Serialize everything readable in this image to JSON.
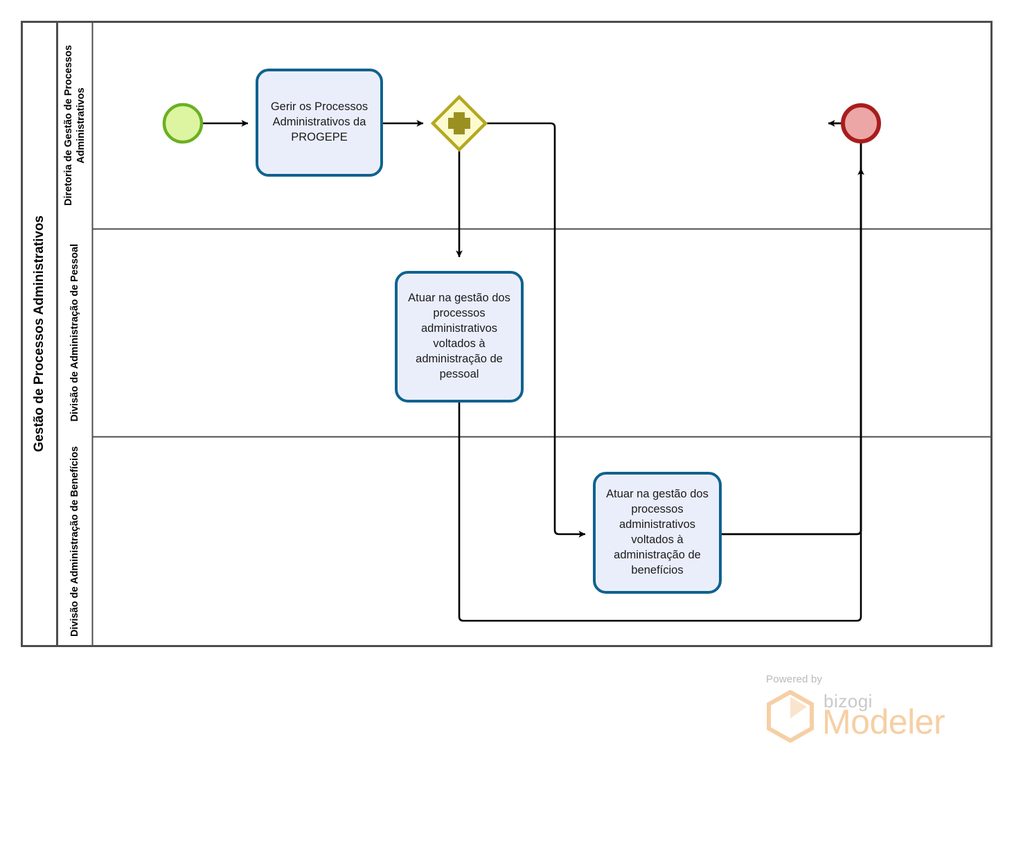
{
  "diagram": {
    "type": "bpmn-pool",
    "pool": {
      "title": "Gestão de Processos Administrativos",
      "lanes": [
        {
          "id": "lane-diretoria",
          "label": "Diretoria de Gestão de Processos Administrativos"
        },
        {
          "id": "lane-pessoal",
          "label": "Divisão de Administração de Pessoal"
        },
        {
          "id": "lane-beneficios",
          "label": "Divisão de Administração de Benefícios"
        }
      ]
    },
    "nodes": [
      {
        "id": "start-event",
        "kind": "start-event",
        "lane": "lane-diretoria",
        "label": ""
      },
      {
        "id": "task-gerir",
        "kind": "task",
        "lane": "lane-diretoria",
        "label": "Gerir os Processos Administrativos da PROGEPE"
      },
      {
        "id": "gateway-parallel",
        "kind": "parallel-gateway",
        "lane": "lane-diretoria",
        "label": ""
      },
      {
        "id": "task-pessoal",
        "kind": "task",
        "lane": "lane-pessoal",
        "label": "Atuar na gestão dos processos administrativos voltados à administração de pessoal"
      },
      {
        "id": "task-beneficios",
        "kind": "task",
        "lane": "lane-beneficios",
        "label": "Atuar na gestão dos processos administrativos voltados à administração de benefícios"
      },
      {
        "id": "end-event",
        "kind": "end-event",
        "lane": "lane-diretoria",
        "label": ""
      }
    ],
    "flows": [
      {
        "from": "start-event",
        "to": "task-gerir"
      },
      {
        "from": "task-gerir",
        "to": "gateway-parallel"
      },
      {
        "from": "gateway-parallel",
        "to": "task-pessoal"
      },
      {
        "from": "gateway-parallel",
        "to": "task-beneficios"
      },
      {
        "from": "task-beneficios",
        "to": "end-event"
      },
      {
        "from": "task-pessoal",
        "to": "end-event"
      }
    ],
    "colors": {
      "pool_border": "#4d4d4d",
      "task_border": "#10628f",
      "task_fill": "#eaeefb",
      "start_border": "#6ab023",
      "start_fill": "#ddf5a0",
      "end_border": "#a81d1d",
      "end_fill": "#eda6a6",
      "gateway_border": "#b5a820",
      "gateway_fill": "#fcfbd0",
      "gateway_symbol": "#9a9021",
      "flow_line": "#000000"
    }
  },
  "footer": {
    "powered_by": "Powered by",
    "brand": "bizogi",
    "product": "Modeler",
    "logo_color": "#f6cfa4"
  }
}
